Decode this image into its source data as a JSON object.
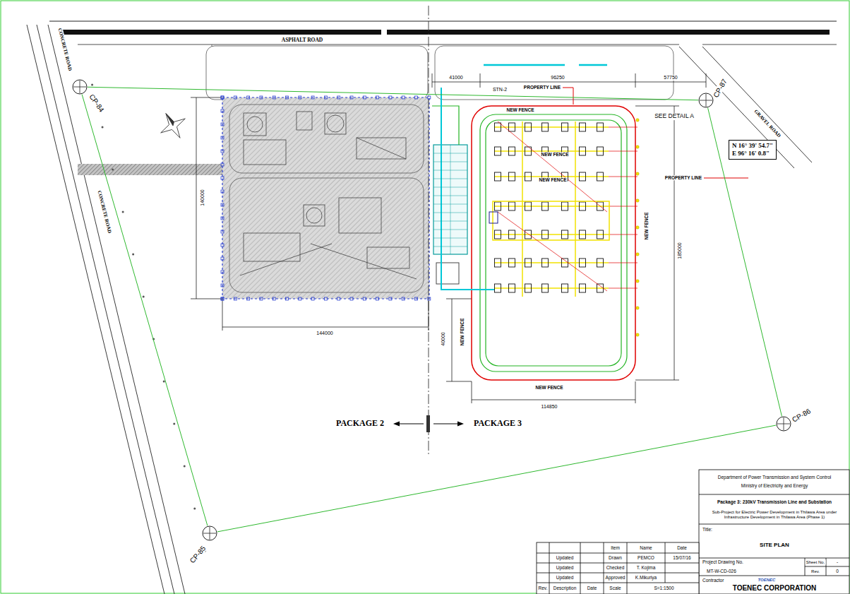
{
  "diagram": {
    "title": "SITE PLAN",
    "nodes": [
      {
        "text": [
          "CP-84"
        ]
      },
      {
        "text": [
          "CP-87"
        ]
      },
      {
        "text": [
          "N 16° 39' 54.7\"",
          "E 96° 16' 0.8\""
        ]
      },
      {
        "text": [
          "CP-86"
        ]
      },
      {
        "text": [
          "CP-85"
        ]
      }
    ],
    "edges": [
      {
        "from": 0,
        "to": 1,
        "arrow": "none"
      },
      {
        "from": 1,
        "to": 3,
        "arrow": "none"
      },
      {
        "from": 3,
        "to": 4,
        "arrow": "none"
      },
      {
        "from": 4,
        "to": 0,
        "arrow": "none"
      }
    ],
    "labels": [
      "ASPHALT ROAD",
      "CONCRETE ROAD",
      "CONCRETE ROAD",
      "GRAVEL ROAD",
      "SEE DETAIL A",
      "STN-2",
      "PROPERTY LINE",
      "PROPERTY LINE",
      "41000",
      "96250",
      "57750",
      "140000",
      "144000",
      "185000",
      "114850",
      "40000",
      "NEW FENCE",
      "NEW FENCE",
      "NEW FENCE",
      "NEW FENCE",
      "NEW FENCE",
      "NEW FENCE",
      "PACKAGE 2",
      "PACKAGE 3",
      "Department of Power Transmission and System Control",
      "Ministry of Electricity and Energy",
      "Package 3: 230kV Transmission Line and Substation",
      "Sub-Project for Electric Power Development in Thilawa Area under Infrastructure Development in Thilawa Area (Phase 1)",
      "Title:",
      "Project Drawing No.",
      "MT-W-CD-026",
      "Sheet No.",
      "-",
      "Rev.",
      "0",
      "Contractor",
      "TOENEC",
      "TOENEC CORPORATION",
      "Item",
      "Name",
      "Date",
      "Updated",
      "Drawn",
      "PEMCO",
      "15/07/16",
      "Updated",
      "Checked",
      "T. Kojima",
      "Updated",
      "Approved",
      "K.Mikuriya",
      "Rev.",
      "Description",
      "Date",
      "Scale",
      "S=1:1500"
    ]
  }
}
